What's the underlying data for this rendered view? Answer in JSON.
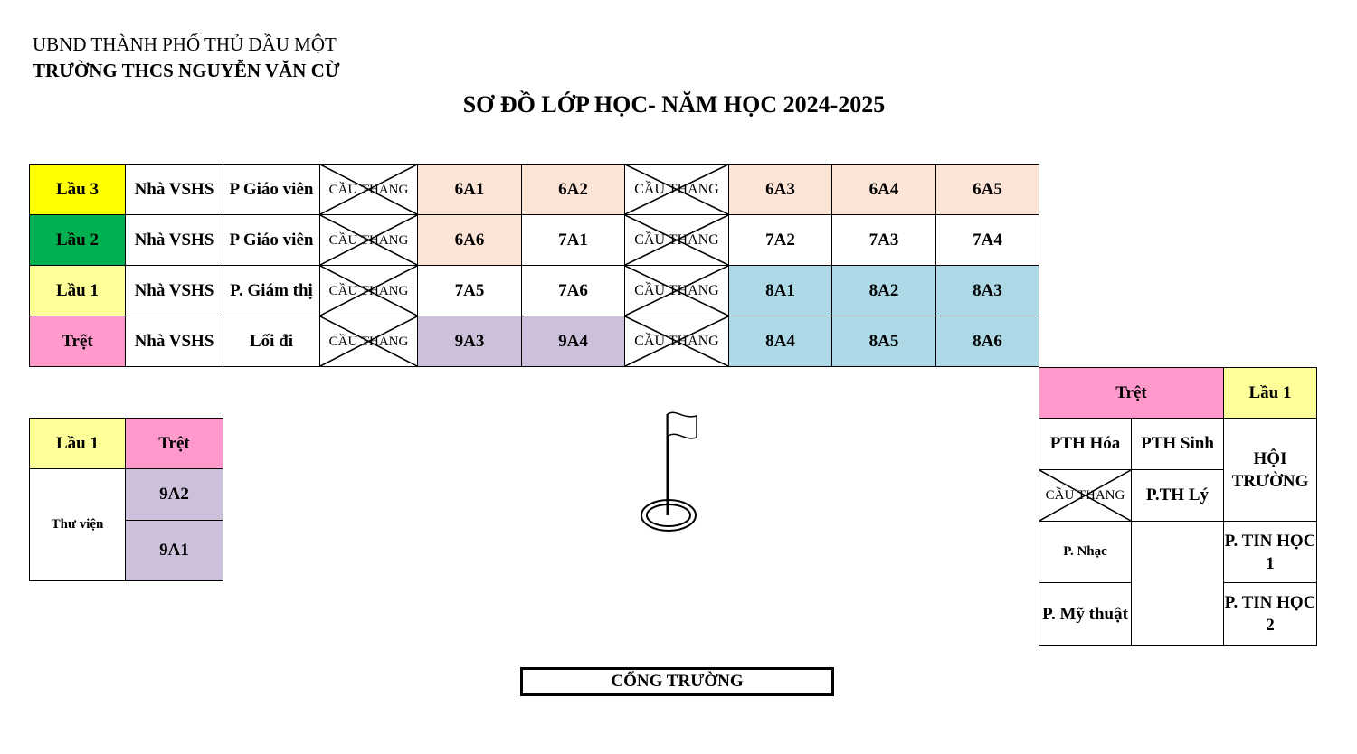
{
  "header": {
    "org_line1": "UBND THÀNH PHỐ THỦ DẦU MỘT",
    "org_line2": "TRƯỜNG THCS NGUYỄN VĂN CỪ",
    "title": "SƠ ĐỒ LỚP HỌC- NĂM HỌC 2024-2025"
  },
  "main_block": {
    "rows": [
      {
        "floor": "Lầu 3",
        "c1": "Nhà VSHS",
        "c2": "P Giáo viên",
        "stair1": "CẦU THANG",
        "r1": "6A1",
        "r2": "6A2",
        "stair2": "CẦU THANG",
        "r3": "6A3",
        "r4": "6A4",
        "r5": "6A5"
      },
      {
        "floor": "Lầu 2",
        "c1": "Nhà VSHS",
        "c2": "P Giáo viên",
        "stair1": "CẦU THANG",
        "r1": "6A6",
        "r2": "7A1",
        "stair2": "CẦU THANG",
        "r3": "7A2",
        "r4": "7A3",
        "r5": "7A4"
      },
      {
        "floor": "Lầu 1",
        "c1": "Nhà VSHS",
        "c2": "P. Giám thị",
        "stair1": "CẦU THANG",
        "r1": "7A5",
        "r2": "7A6",
        "stair2": "CẦU THANG",
        "r3": "8A1",
        "r4": "8A2",
        "r5": "8A3"
      },
      {
        "floor": "Trệt",
        "c1": "Nhà VSHS",
        "c2": "Lối đi",
        "stair1": "CẦU THANG",
        "r1": "9A3",
        "r2": "9A4",
        "stair2": "CẦU THANG",
        "r3": "8A4",
        "r4": "8A5",
        "r5": "8A6"
      }
    ]
  },
  "left_block": {
    "head_left": "Lầu 1",
    "head_right": "Trệt",
    "library": "Thư viện",
    "room_top": "9A2",
    "room_bottom": "9A1"
  },
  "right_block": {
    "head_left": "Trệt",
    "head_right": "Lầu 1",
    "chem_lab": "PTH Hóa",
    "bio_lab": "PTH Sinh",
    "hall": "HỘI TRƯỜNG",
    "stair": "CẦU THANG",
    "physics_lab": "P.TH Lý",
    "music": "P. Nhạc",
    "it1": "P. TIN HỌC 1",
    "art": "P. Mỹ thuật",
    "it2": "P. TIN HỌC 2"
  },
  "gate": "CỔNG TRƯỜNG",
  "colors": {
    "lau3": "#ffff00",
    "lau2": "#00b050",
    "lau1": "#ffff99",
    "tret": "#ff99cc",
    "grade6": "#fce4d6",
    "grade8": "#add8e6",
    "grade9": "#ccc0da"
  },
  "icons": {
    "flagpole": "flagpole-icon",
    "stairs_cross": "cross-mark"
  }
}
